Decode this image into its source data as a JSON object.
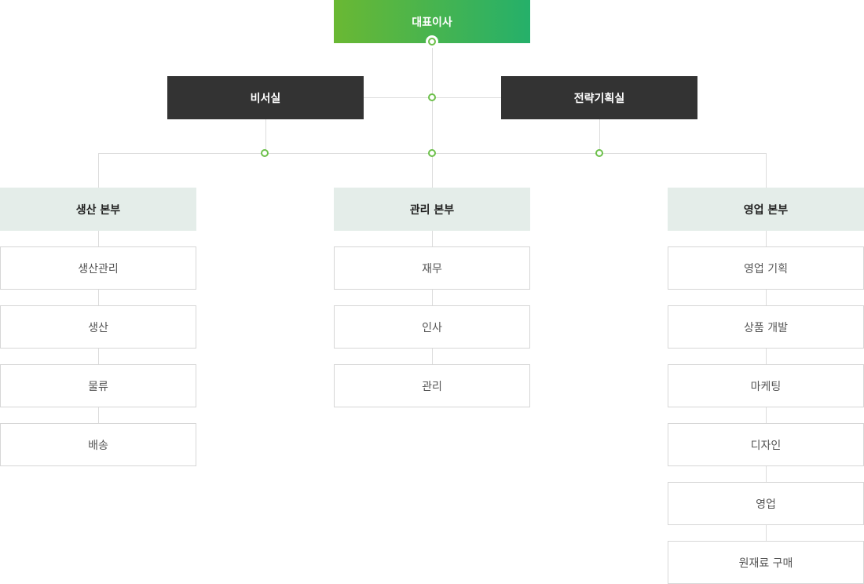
{
  "org_chart": {
    "ceo": {
      "label": "대표이사"
    },
    "staff": [
      {
        "label": "비서실"
      },
      {
        "label": "전략기획실"
      }
    ],
    "divisions": [
      {
        "label": "생산 본부",
        "teams": [
          "생산관리",
          "생산",
          "물류",
          "배송"
        ]
      },
      {
        "label": "관리 본부",
        "teams": [
          "재무",
          "인사",
          "관리"
        ]
      },
      {
        "label": "영업 본부",
        "teams": [
          "영업 기획",
          "상품 개발",
          "마케팅",
          "디자인",
          "영업",
          "원재료 구매"
        ]
      }
    ]
  },
  "colors": {
    "ceo_gradient_start": "#6ab833",
    "ceo_gradient_end": "#25b06a",
    "staff_background": "#333333",
    "division_background": "#e4ede9",
    "team_border": "#d6d6d6",
    "connector_line": "#dcdcdc",
    "junction_dot": "#6cc04a"
  }
}
